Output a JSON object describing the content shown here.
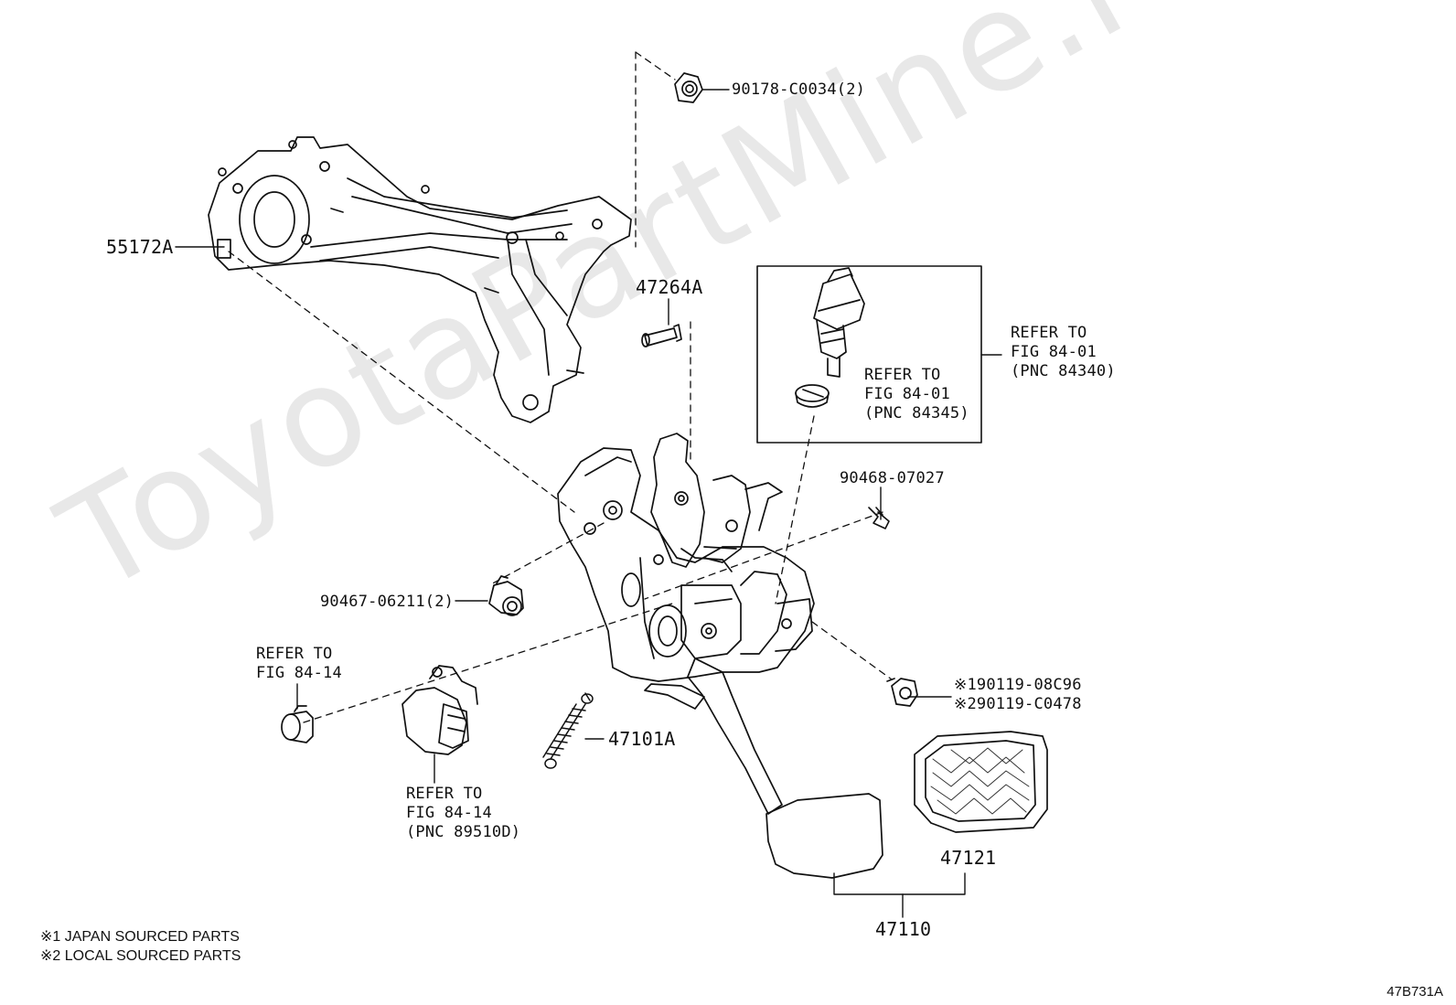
{
  "watermark": "ToyotaPartMine.ru",
  "labels": {
    "p90178": "90178-C0034(2)",
    "p55172a": "55172A",
    "p47264a": "47264A",
    "box_outer_1": "REFER TO",
    "box_outer_2": "FIG 84-01",
    "box_outer_3": "(PNC 84340)",
    "box_inner_1": "REFER TO",
    "box_inner_2": "FIG 84-01",
    "box_inner_3": "(PNC 84345)",
    "p90468": "90468-07027",
    "p90467": "90467-06211(2)",
    "refer_left_1": "REFER TO",
    "refer_left_2": "FIG 84-14",
    "refer_bottom_1": "REFER TO",
    "refer_bottom_2": "FIG 84-14",
    "refer_bottom_3": "(PNC 89510D)",
    "p47101a": "47101A",
    "bolt_1": "※190119-08C96",
    "bolt_2": "※290119-C0478",
    "p47121": "47121",
    "p47110": "47110"
  },
  "notes": {
    "n1": "※1 JAPAN SOURCED PARTS",
    "n2": "※2 LOCAL SOURCED PARTS"
  },
  "figure_code": "47B731A"
}
